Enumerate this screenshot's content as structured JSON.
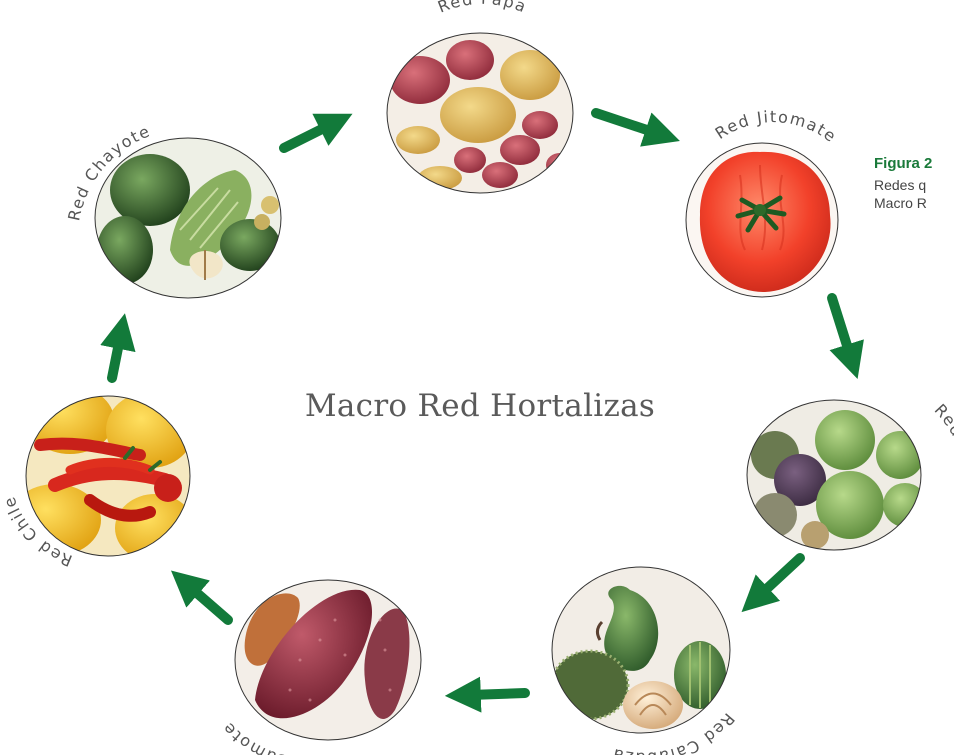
{
  "title": "Macro Red Hortalizas",
  "figure": {
    "label": "Figura 2",
    "caption_lines": [
      "Redes q",
      "Macro R"
    ]
  },
  "networks": [
    {
      "name": "Red Papa",
      "icon": "potato-photo"
    },
    {
      "name": "Red Jitomate",
      "icon": "tomato-photo"
    },
    {
      "name": "Red Tomate",
      "icon": "tomatillo-photo"
    },
    {
      "name": "Red Calabaza",
      "icon": "squash-photo"
    },
    {
      "name": "Red Camote",
      "icon": "sweet-potato-photo"
    },
    {
      "name": "Red Chile",
      "icon": "chili-photo"
    },
    {
      "name": "Red Chayote",
      "icon": "chayote-photo"
    }
  ],
  "colors": {
    "arrow": "#127a3a",
    "title": "#5a5a5a",
    "figure_label": "#1a7a3a"
  }
}
